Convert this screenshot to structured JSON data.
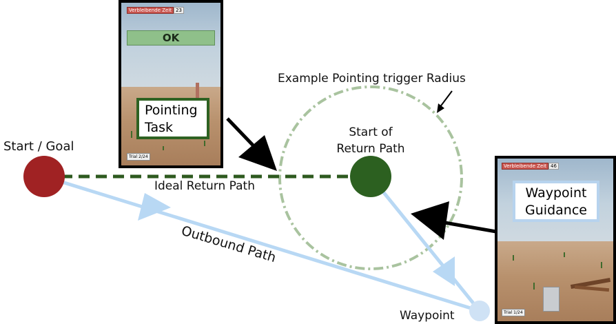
{
  "labels": {
    "start_goal": "Start / Goal",
    "ideal_return_path": "Ideal Return Path",
    "outbound_path": "Outbound Path",
    "start_of_return_path": "Start of\nReturn Path",
    "example_radius": "Example Pointing trigger Radius",
    "waypoint": "Waypoint"
  },
  "pointing_screen": {
    "timer_label": "Verbleibende Zeit",
    "timer_value": "23",
    "ok_label": "OK",
    "task_label": "Pointing\nTask",
    "trial": "Trial 2/24"
  },
  "waypoint_screen": {
    "timer_label": "Verbleibende Zeit",
    "timer_value": "46",
    "guidance_label": "Waypoint\nGuidance",
    "trial": "Trial 1/24"
  },
  "colors": {
    "start_goal": "#a02223",
    "return_start": "#2c6020",
    "ideal_path": "#2e5a1f",
    "outbound_path": "#b8d8f4",
    "radius_circle": "#a9c39f"
  }
}
